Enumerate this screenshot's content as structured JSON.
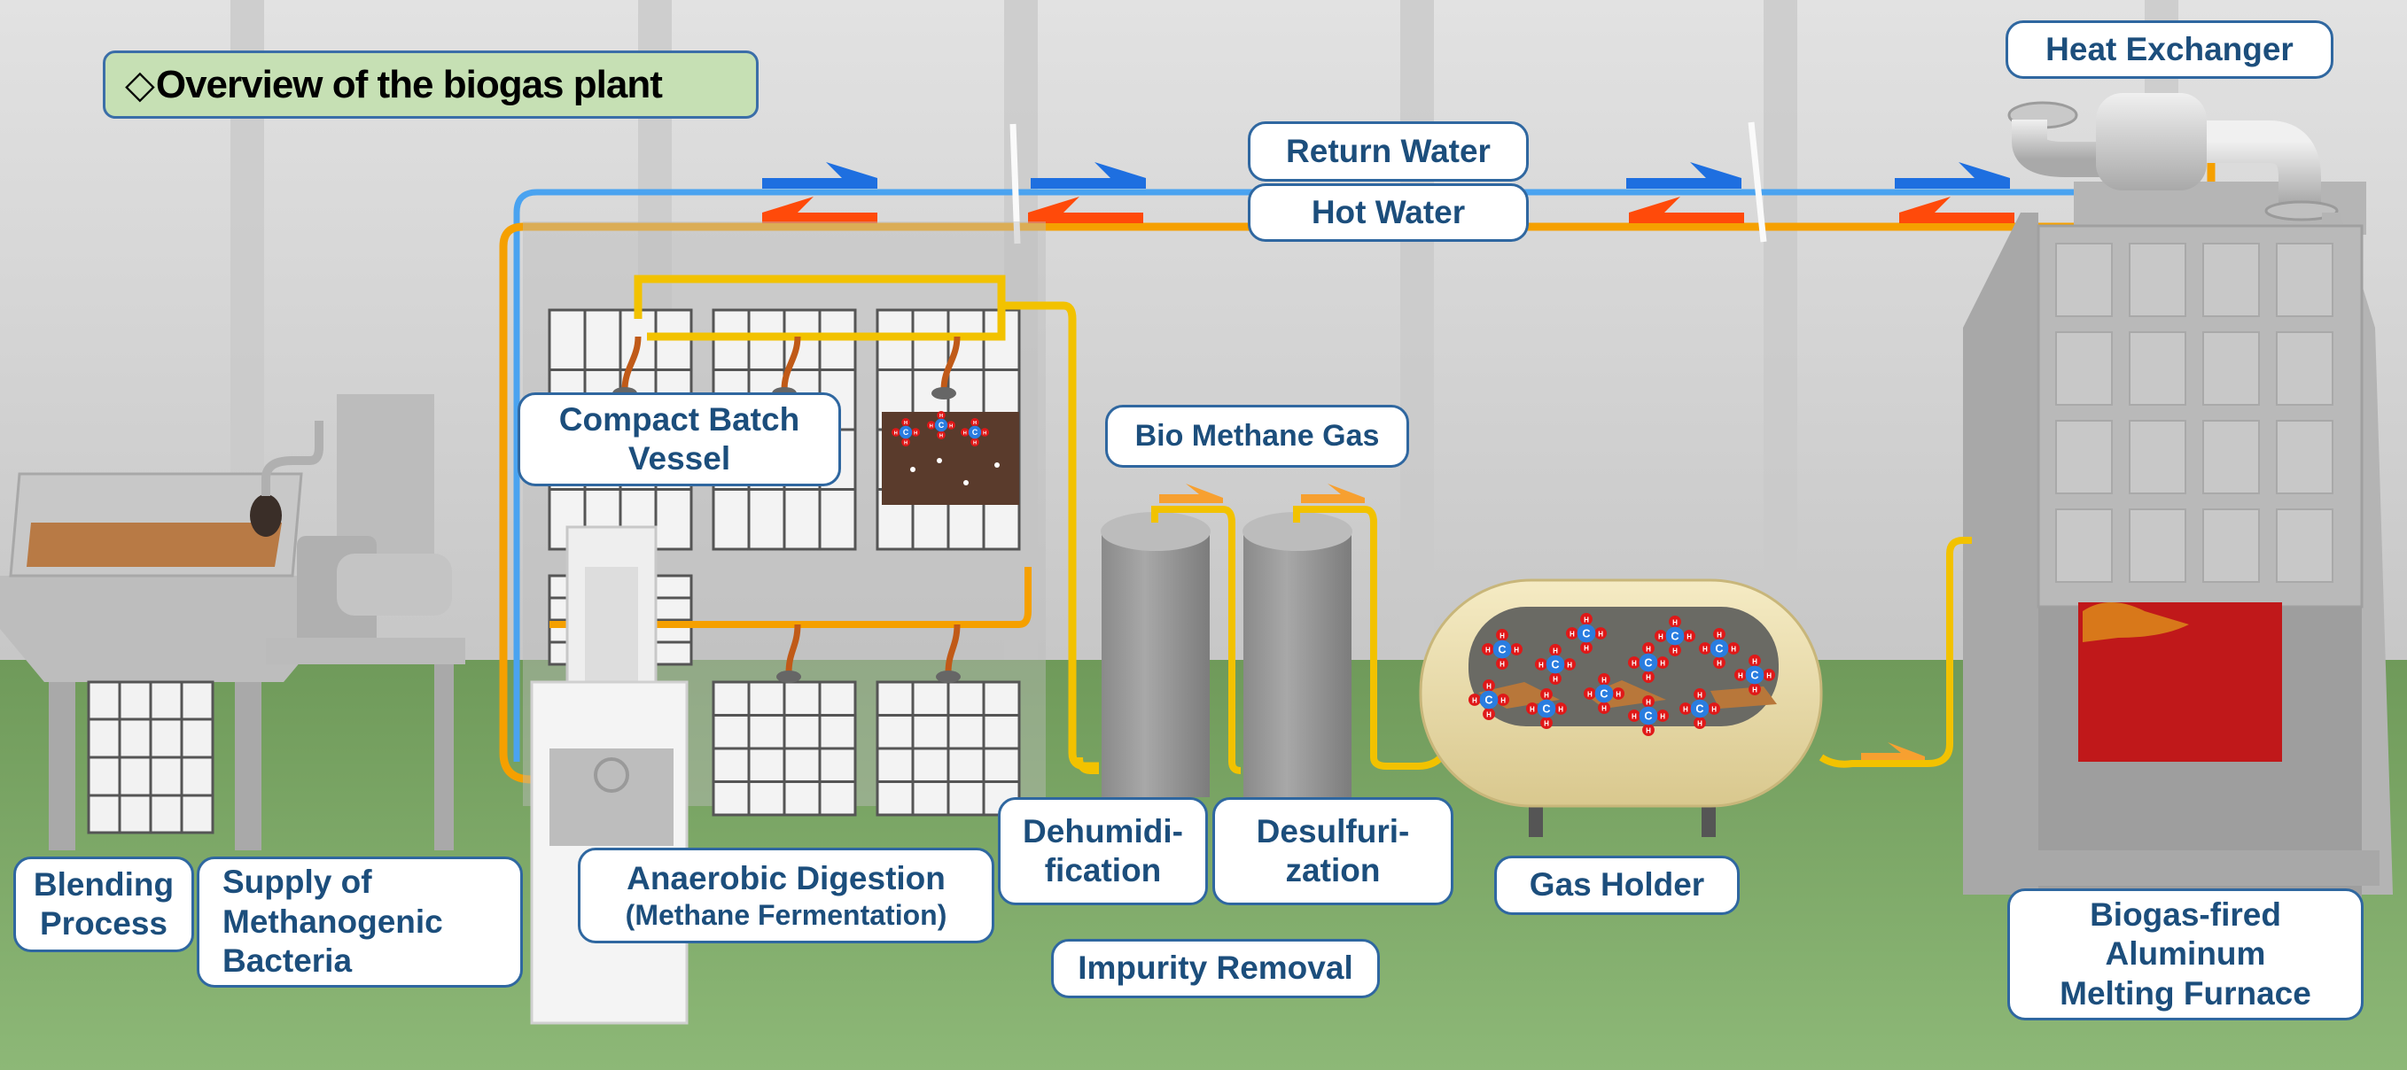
{
  "title": {
    "icon": "◇",
    "text": "Overview of the biogas plant"
  },
  "labels": {
    "heat_exchanger": "Heat Exchanger",
    "return_water": "Return Water",
    "hot_water": "Hot Water",
    "compact_batch_vessel": [
      "Compact Batch",
      "Vessel"
    ],
    "bio_methane_gas": "Bio Methane Gas",
    "blending_process": [
      "Blending",
      "Process"
    ],
    "supply_bacteria": [
      "Supply of",
      "Methanogenic",
      "Bacteria"
    ],
    "anaerobic_digestion": [
      "Anaerobic Digestion",
      "(Methane Fermentation)"
    ],
    "dehumidification": [
      "Dehumidi-",
      "fication"
    ],
    "desulfurization": [
      "Desulfuri-",
      "zation"
    ],
    "impurity_removal": "Impurity Removal",
    "gas_holder": "Gas Holder",
    "furnace": [
      "Biogas-fired",
      "Aluminum",
      "Melting Furnace"
    ]
  },
  "molecule": {
    "center_atom": "C",
    "outer_atom": "H"
  },
  "colors": {
    "label_text": "#1c4e7c",
    "label_border": "#2f67a0",
    "title_fill": "#c6e0b4",
    "return_water_pipe": "#4aa3f0",
    "return_water_arrow": "#1e6fe0",
    "hot_water_pipe": "#f5a000",
    "hot_water_arrow": "#ff4a0a",
    "gas_pipe": "#f2c200",
    "gas_arrow": "#f7a030",
    "floor": "#7fa868",
    "wall": "#d2d2d2",
    "gas_holder_shell": "#efe2b0",
    "carbon": "#2a7de0",
    "hydrogen": "#e01818",
    "furnace_fire": "#c0181a"
  }
}
